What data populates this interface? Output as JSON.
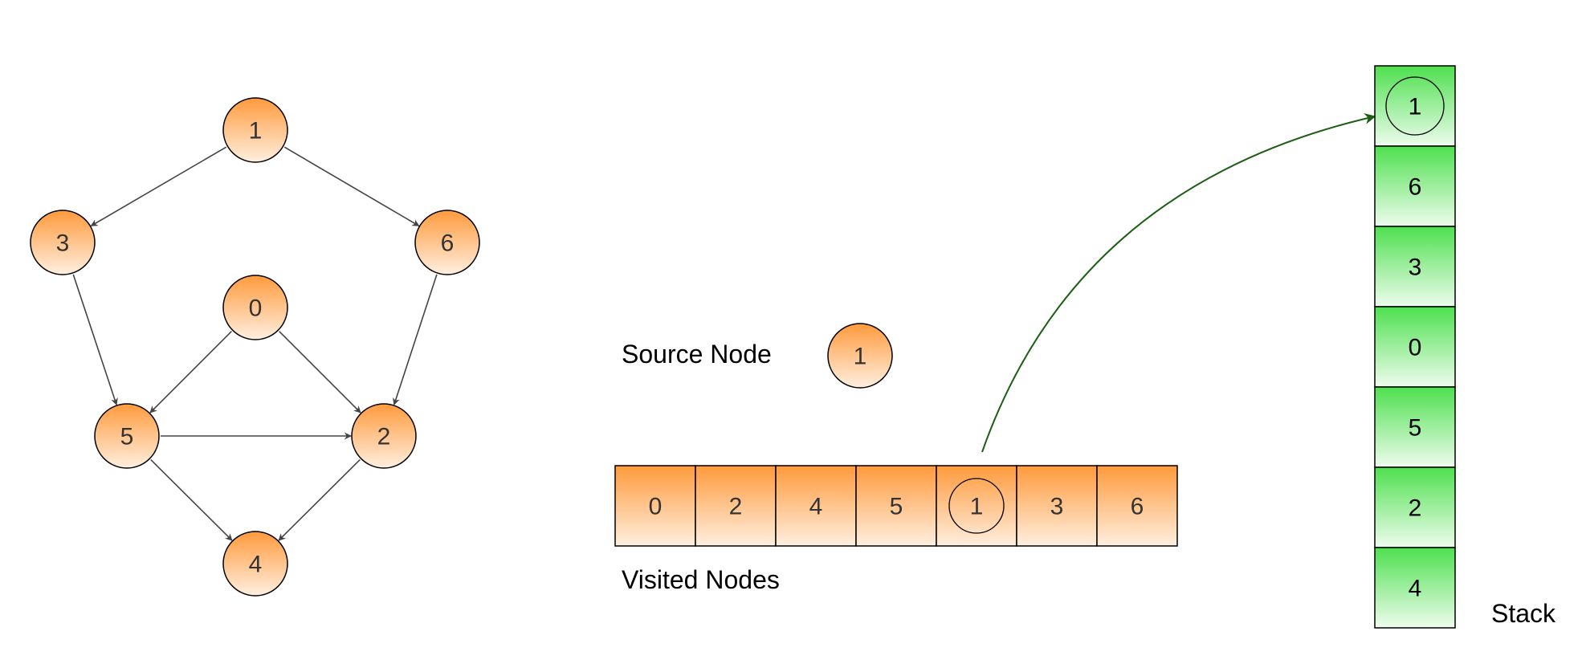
{
  "graph": {
    "nodes": [
      {
        "id": "1",
        "label": "1"
      },
      {
        "id": "3",
        "label": "3"
      },
      {
        "id": "6",
        "label": "6"
      },
      {
        "id": "0",
        "label": "0"
      },
      {
        "id": "5",
        "label": "5"
      },
      {
        "id": "2",
        "label": "2"
      },
      {
        "id": "4",
        "label": "4"
      }
    ],
    "edges": [
      {
        "from": "1",
        "to": "3"
      },
      {
        "from": "1",
        "to": "6"
      },
      {
        "from": "3",
        "to": "5"
      },
      {
        "from": "6",
        "to": "2"
      },
      {
        "from": "0",
        "to": "5"
      },
      {
        "from": "0",
        "to": "2"
      },
      {
        "from": "5",
        "to": "2"
      },
      {
        "from": "5",
        "to": "4"
      },
      {
        "from": "2",
        "to": "4"
      }
    ]
  },
  "source": {
    "label": "Source Node",
    "node": "1"
  },
  "visited": {
    "label": "Visited Nodes",
    "cells": [
      "0",
      "2",
      "4",
      "5",
      "1",
      "3",
      "6"
    ],
    "highlighted_index": 4
  },
  "stack": {
    "label": "Stack",
    "cells": [
      "1",
      "6",
      "3",
      "0",
      "5",
      "2",
      "4"
    ],
    "highlighted_index": 0
  },
  "colors": {
    "node_top": "#ff9a3c",
    "node_bottom": "#ffefe0",
    "stack_top": "#4ee04e",
    "stack_bottom": "#eefcee",
    "edge": "#444444",
    "move_arrow": "#1c5e14",
    "stroke": "#000000",
    "text": "#333333"
  }
}
